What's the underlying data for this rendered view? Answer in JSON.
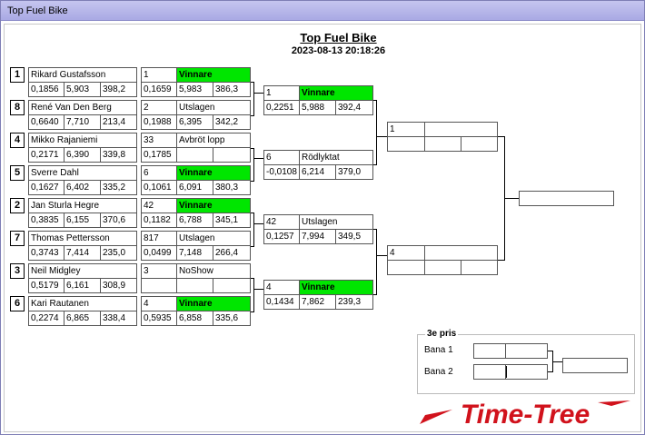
{
  "window": {
    "title": "Top Fuel Bike"
  },
  "header": {
    "title": "Top Fuel Bike",
    "datetime": "2023-08-13 20:18:26"
  },
  "round1": [
    {
      "seed": "1",
      "name": "Rikard Gustafsson",
      "rt": "0,1856",
      "et": "5,903",
      "speed": "398,2",
      "opp_lane": "1",
      "status": "Vinnare",
      "o_rt": "0,1659",
      "o_et": "5,983",
      "o_speed": "386,3"
    },
    {
      "seed": "8",
      "name": "René Van Den Berg",
      "rt": "0,6640",
      "et": "7,710",
      "speed": "213,4",
      "opp_lane": "2",
      "status": "Utslagen",
      "o_rt": "0,1988",
      "o_et": "6,395",
      "o_speed": "342,2"
    },
    {
      "seed": "4",
      "name": "Mikko Rajaniemi",
      "rt": "0,2171",
      "et": "6,390",
      "speed": "339,8",
      "opp_lane": "33",
      "status": "Avbröt lopp",
      "o_rt": "0,1785",
      "o_et": "",
      "o_speed": ""
    },
    {
      "seed": "5",
      "name": "Sverre Dahl",
      "rt": "0,1627",
      "et": "6,402",
      "speed": "335,2",
      "opp_lane": "6",
      "status": "Vinnare",
      "o_rt": "0,1061",
      "o_et": "6,091",
      "o_speed": "380,3"
    },
    {
      "seed": "2",
      "name": "Jan Sturla Hegre",
      "rt": "0,3835",
      "et": "6,155",
      "speed": "370,6",
      "opp_lane": "42",
      "status": "Vinnare",
      "o_rt": "0,1182",
      "o_et": "6,788",
      "o_speed": "345,1"
    },
    {
      "seed": "7",
      "name": "Thomas Pettersson",
      "rt": "0,3743",
      "et": "7,414",
      "speed": "235,0",
      "opp_lane": "817",
      "status": "Utslagen",
      "o_rt": "0,0499",
      "o_et": "7,148",
      "o_speed": "266,4"
    },
    {
      "seed": "3",
      "name": "Neil Midgley",
      "rt": "0,5179",
      "et": "6,161",
      "speed": "308,9",
      "opp_lane": "3",
      "status": "NoShow",
      "o_rt": "",
      "o_et": "",
      "o_speed": ""
    },
    {
      "seed": "6",
      "name": "Kari Rautanen",
      "rt": "0,2274",
      "et": "6,865",
      "speed": "338,4",
      "opp_lane": "4",
      "status": "Vinnare",
      "o_rt": "0,5935",
      "o_et": "6,858",
      "o_speed": "335,6"
    }
  ],
  "round2": [
    {
      "lane": "1",
      "status": "Vinnare",
      "rt": "0,2251",
      "et": "5,988",
      "speed": "392,4"
    },
    {
      "lane": "6",
      "status": "Rödlyktat",
      "rt": "-0,0108",
      "et": "6,214",
      "speed": "379,0"
    },
    {
      "lane": "42",
      "status": "Utslagen",
      "rt": "0,1257",
      "et": "7,994",
      "speed": "349,5"
    },
    {
      "lane": "4",
      "status": "Vinnare",
      "rt": "0,1434",
      "et": "7,862",
      "speed": "239,3"
    }
  ],
  "semis": [
    {
      "lane": "1"
    },
    {
      "lane": "4"
    }
  ],
  "final": {
    "value": ""
  },
  "third_place": {
    "title": "3e pris",
    "lane1_label": "Bana 1",
    "lane2_label": "Bana 2"
  },
  "logo": {
    "text": "Time-Tree",
    "color": "#d1121c"
  },
  "colors": {
    "winner": "#00e600",
    "titlebar": "#b5b5e8"
  }
}
